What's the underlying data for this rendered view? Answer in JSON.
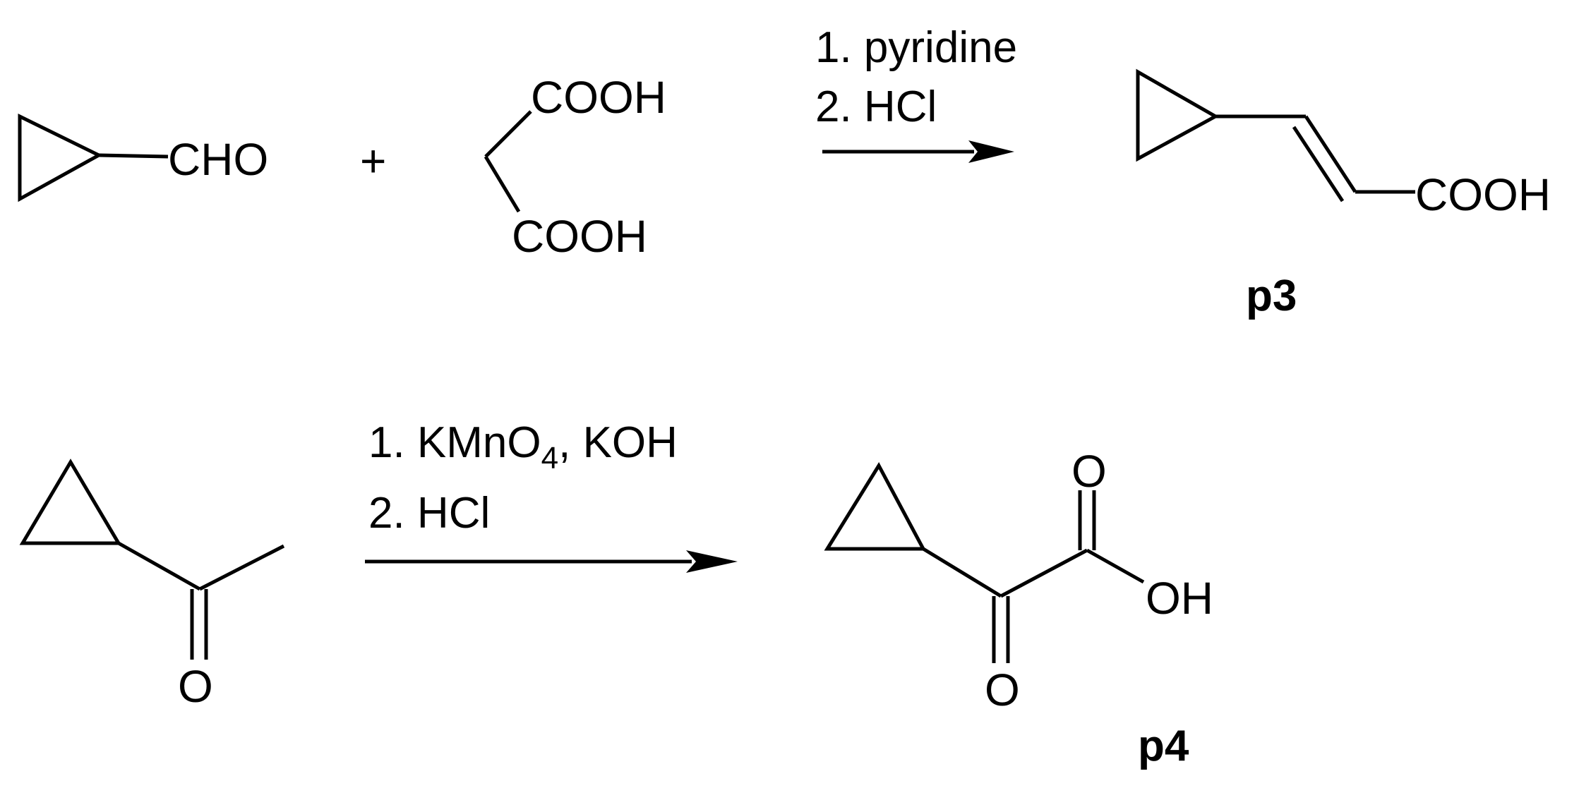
{
  "reaction1": {
    "reactant1": {
      "group": "CHO"
    },
    "plus": "+",
    "reactant2": {
      "top_group": "COOH",
      "bottom_group": "COOH"
    },
    "conditions": {
      "step1": "1. pyridine",
      "step2": "2. HCl"
    },
    "product": {
      "group": "COOH",
      "label": "p3"
    }
  },
  "reaction2": {
    "reactant": {
      "carbonyl_o": "O"
    },
    "conditions": {
      "step1_prefix": "1. KMnO",
      "step1_subscript": "4",
      "step1_suffix": ", KOH",
      "step2": "2. HCl"
    },
    "product": {
      "keto_o": "O",
      "acid_o": "O",
      "hydroxyl": "OH",
      "label": "p4"
    }
  }
}
